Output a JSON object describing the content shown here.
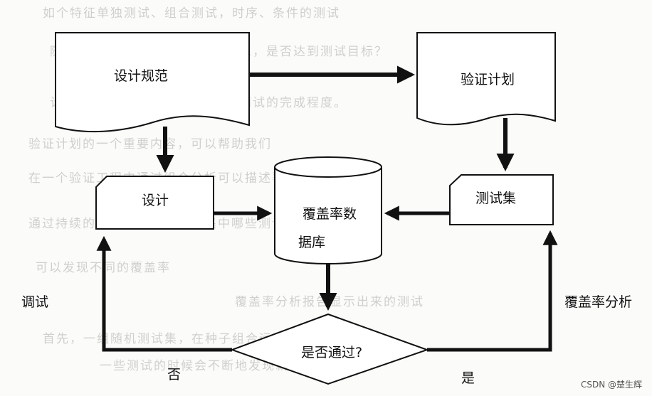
{
  "background_text": [
    "如个特征单独测试、组合测试，时序、条件的测试",
    "随机测试将会发现不易发现的问题，是否达到测试目标？",
    "计划，也需要使用覆盖率来度量测试的完成程度。",
    "验证计划的一个重要内容，可以帮助我们",
    "在一个验证工程中通过组合分析可以描述覆盖率",
    "通过持续的覆盖率分析，测试集中哪些测试用例",
    "可以发现不同的覆盖率",
    "覆盖率分析报告显示出来的测试",
    "首先，一组随机测试集，在种子组合运行验证过程中",
    "一些测试的时候会不断地发现新问题"
  ],
  "nodes": {
    "design_spec": "设计规范",
    "verification_plan": "验证计划",
    "design": "设计",
    "test_set": "测试集",
    "coverage_db_line1": "覆盖率数",
    "coverage_db_line2": "据库",
    "pass_check": "是否通过?"
  },
  "edge_labels": {
    "debug": "调试",
    "coverage_analysis": "覆盖率分析",
    "no": "否",
    "yes": "是"
  },
  "watermark": "CSDN @楚生辉",
  "colors": {
    "stroke": "#111111",
    "fill": "#ffffff"
  }
}
